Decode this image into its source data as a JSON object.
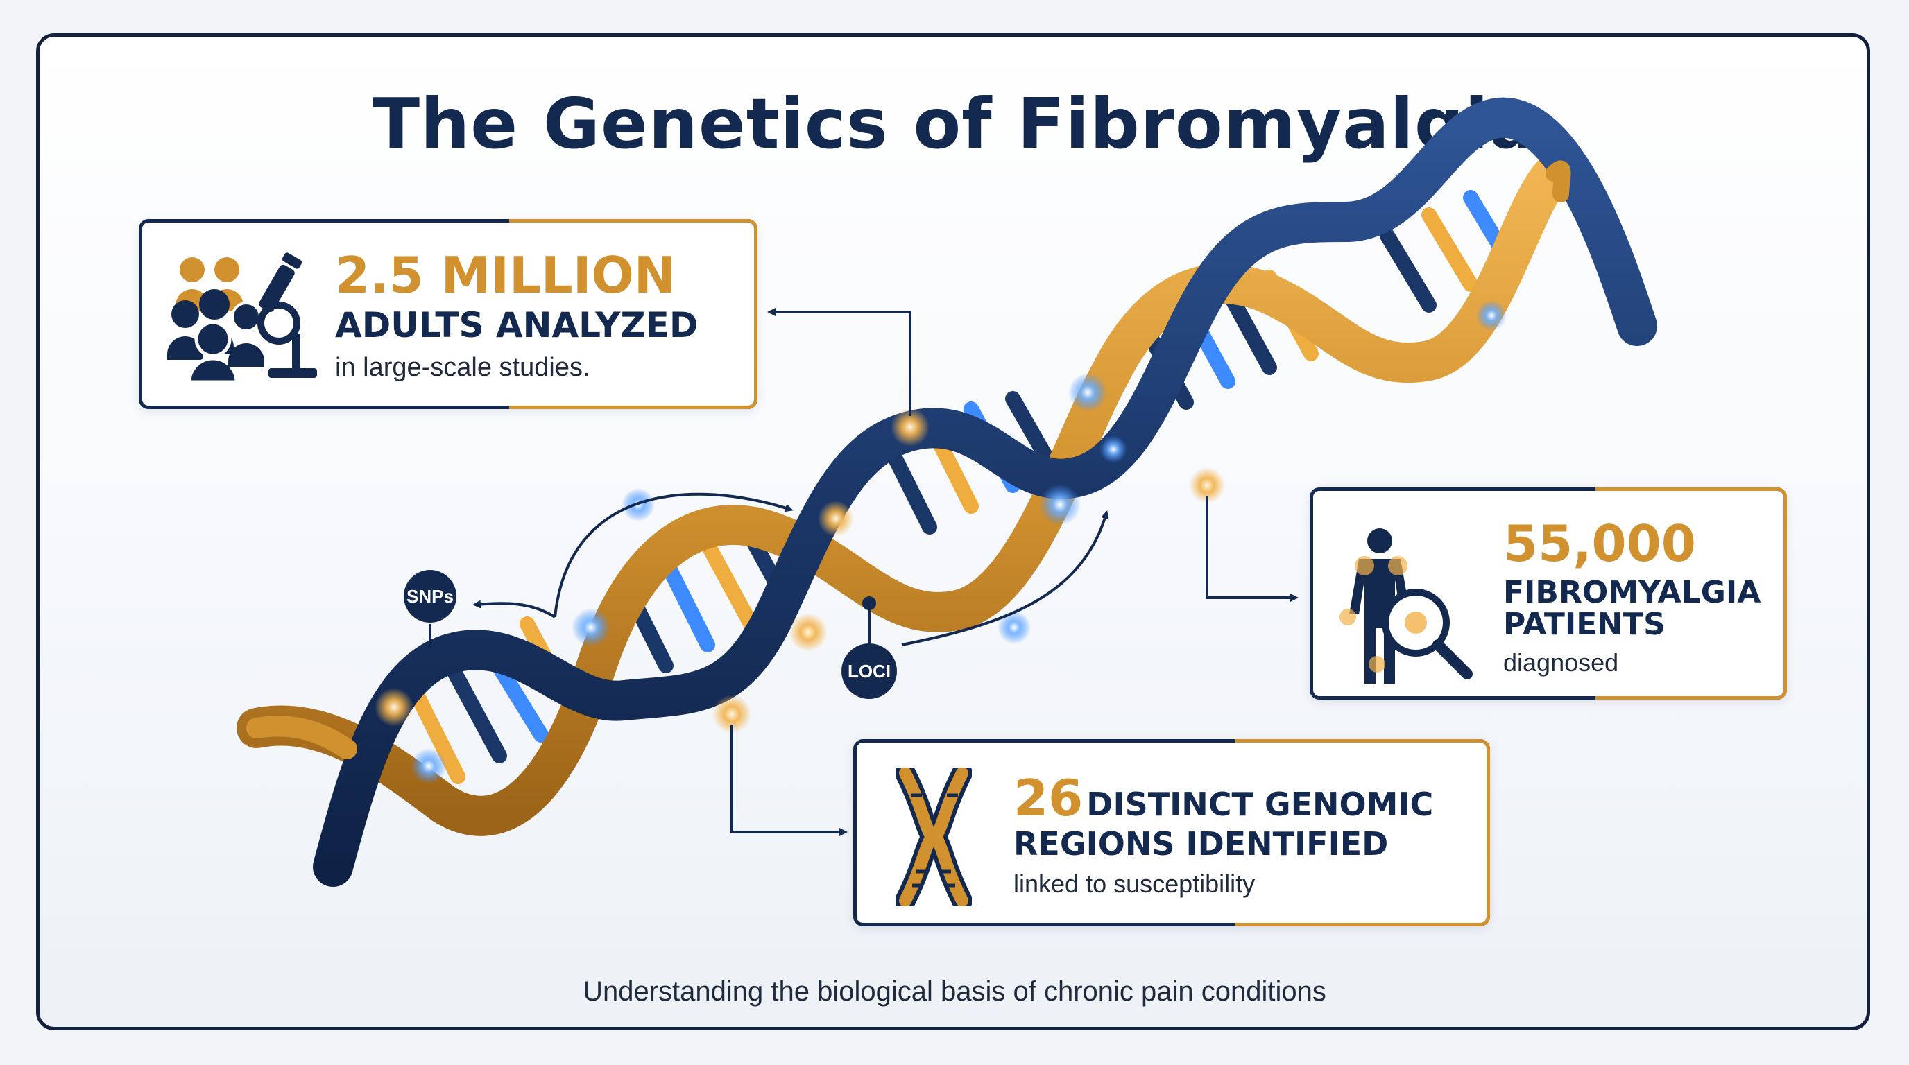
{
  "title": "The Genetics of Fibromyalgia",
  "footer": "Understanding the biological basis of chronic pain conditions",
  "colors": {
    "navy": "#13294f",
    "gold": "#d1912f",
    "blue_glow": "#3d8bff"
  },
  "labels": {
    "snps": "SNPs",
    "loci": "LOCI"
  },
  "cards": {
    "adults": {
      "number": "2.5 MILLION",
      "line": "ADULTS ANALYZED",
      "caption": "in large-scale studies.",
      "icon": "people-microscope-icon"
    },
    "patients": {
      "number": "55,000",
      "line1": "FIBROMYALGIA",
      "line2": "PATIENTS",
      "caption": "diagnosed",
      "icon": "body-magnifier-icon"
    },
    "regions": {
      "number": "26",
      "line1_rest": "DISTINCT GENOMIC",
      "line2": "REGIONS IDENTIFIED",
      "caption": "linked to susceptibility",
      "icon": "chromosome-icon"
    }
  }
}
